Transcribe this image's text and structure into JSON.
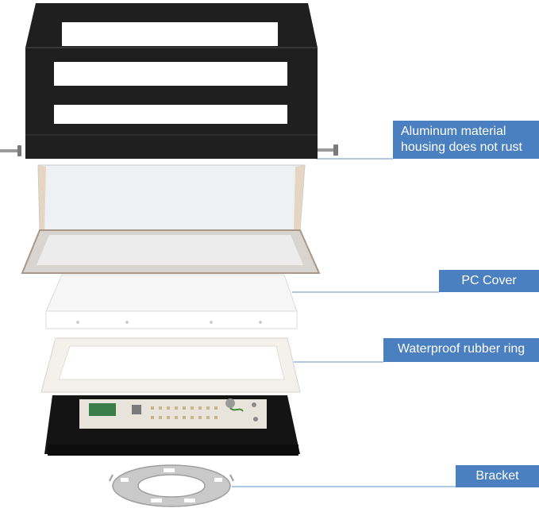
{
  "callouts": {
    "housing": {
      "line1": "Aluminum material",
      "line2": "housing does not rust"
    },
    "pc_cover": "PC Cover",
    "rubber_ring": "Waterproof rubber ring",
    "bracket": "Bracket"
  },
  "colors": {
    "callout_bg": "#4a7fc0",
    "callout_text": "#ffffff",
    "leader_line": "#7fa6d8",
    "housing": "#1f1f1f",
    "base": "#141414",
    "pcb": "#e8e4dc",
    "rubber_ring": "#f4f1ec"
  },
  "components": [
    "aluminum-housing",
    "pc-cover",
    "light-diffuser-block",
    "waterproof-rubber-ring",
    "led-base-plate",
    "mounting-bracket"
  ]
}
